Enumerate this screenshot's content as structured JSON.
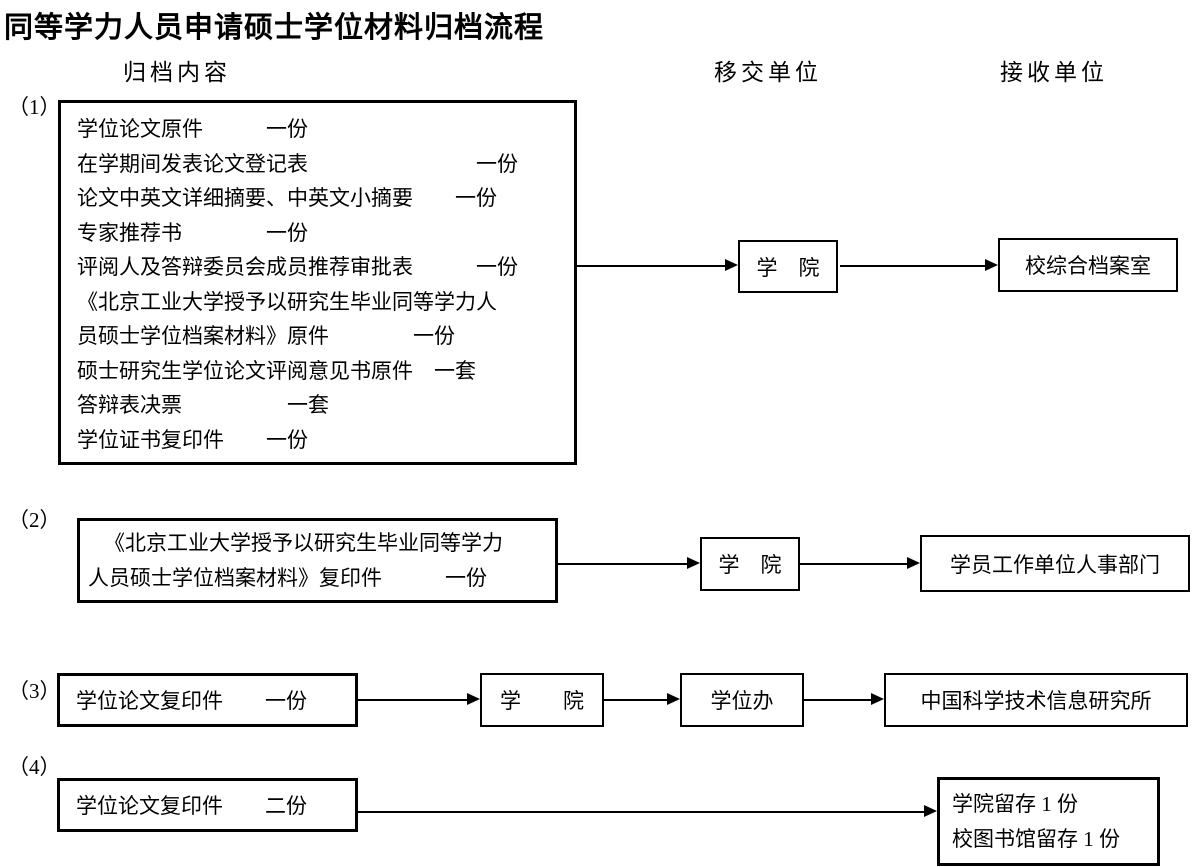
{
  "title": "同等学力人员申请硕士学位材料归档流程",
  "headers": {
    "content": "归档内容",
    "transfer": "移交单位",
    "receiver": "接收单位"
  },
  "row1": {
    "label": "（1）",
    "items": [
      "学位论文原件　　　一份",
      "在学期间发表论文登记表　　　　　　　　一份",
      "论文中英文详细摘要、中英文小摘要　　一份",
      "专家推荐书　　　　一份",
      "评阅人及答辩委员会成员推荐审批表　　　一份",
      "《北京工业大学授予以研究生毕业同等学力人",
      "员硕士学位档案材料》原件　　　　一份",
      "硕士研究生学位论文评阅意见书原件　一套",
      "答辩表决票　　　　　一套",
      "学位证书复印件　　一份"
    ],
    "transfer": "学　院",
    "receiver": "校综合档案室"
  },
  "row2": {
    "label": "（2）",
    "line1": "《北京工业大学授予以研究生毕业同等学力",
    "line2": "人员硕士学位档案材料》复印件　　　一份",
    "transfer": "学　院",
    "receiver": "学员工作单位人事部门"
  },
  "row3": {
    "label": "（3）",
    "content": "学位论文复印件　　一份",
    "transfer1": "学　　院",
    "transfer2": "学位办",
    "receiver": "中国科学技术信息研究所"
  },
  "row4": {
    "label": "（4）",
    "content": "学位论文复印件　　二份",
    "receiver_line1": "学院留存 1 份",
    "receiver_line2": "校图书馆留存 1 份"
  }
}
